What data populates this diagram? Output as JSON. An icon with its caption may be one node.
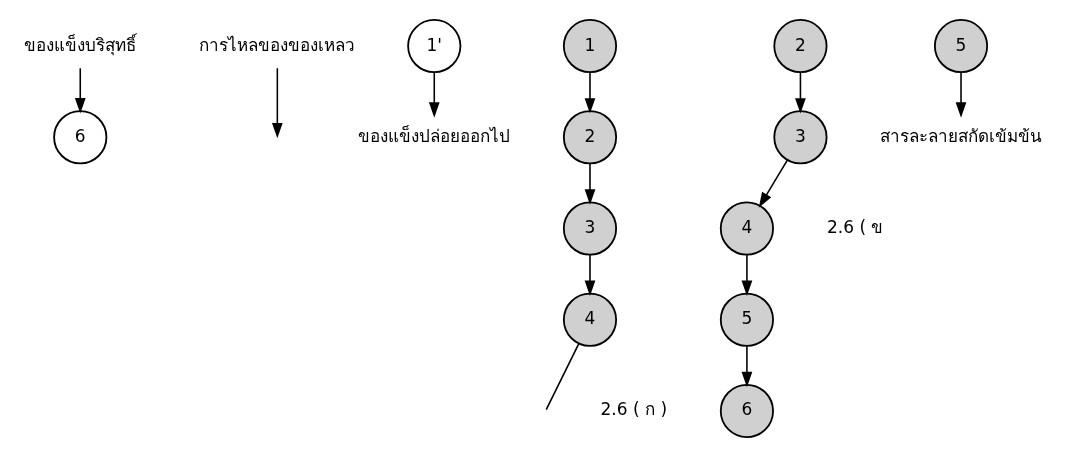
{
  "diagram": {
    "nodes": [
      {
        "text": [
          "ของแข็งบริสุทธิ์"
        ]
      },
      {
        "text": [
          "การไหลของของเหลว"
        ]
      },
      {
        "text": [
          "ของแข็งปล่อยออกไป"
        ]
      },
      {
        "text": [
          "6"
        ]
      },
      {
        "text": [
          "1"
        ]
      },
      {
        "text": [
          "6"
        ]
      },
      {
        "text": [
          "1'"
        ]
      },
      {
        "text": [
          "5"
        ]
      },
      {
        "text": [
          "2"
        ]
      },
      {
        "text": [
          "5"
        ]
      },
      {
        "text": [
          "2"
        ]
      },
      {
        "text": [
          "สารละลายสกัดเข้มข้น"
        ]
      },
      {
        "text": [
          "4"
        ]
      },
      {
        "text": [
          "3"
        ]
      },
      {
        "text": [
          "4"
        ]
      },
      {
        "text": [
          "3"
        ]
      }
    ],
    "edges": [
      {
        "from": 0,
        "to": 3,
        "arrow": "to"
      },
      {
        "from": 1,
        "to": null,
        "arrow": "to"
      },
      {
        "from": 6,
        "to": 2,
        "arrow": "to"
      },
      {
        "from": 7,
        "to": 11,
        "arrow": "to"
      },
      {
        "from": 4,
        "to": 8,
        "arrow": "to"
      },
      {
        "from": 8,
        "to": 13,
        "arrow": "to"
      },
      {
        "from": 13,
        "to": 12,
        "arrow": "to"
      },
      {
        "from": 12,
        "to": null,
        "arrow": "none"
      },
      {
        "from": 10,
        "to": 15,
        "arrow": "to"
      },
      {
        "from": 15,
        "to": 14,
        "arrow": "to"
      },
      {
        "from": 14,
        "to": 9,
        "arrow": "to"
      },
      {
        "from": 9,
        "to": 5,
        "arrow": "to"
      }
    ],
    "labels": [
      "2.6 ( ก )",
      "2.6 ( ข"
    ]
  }
}
